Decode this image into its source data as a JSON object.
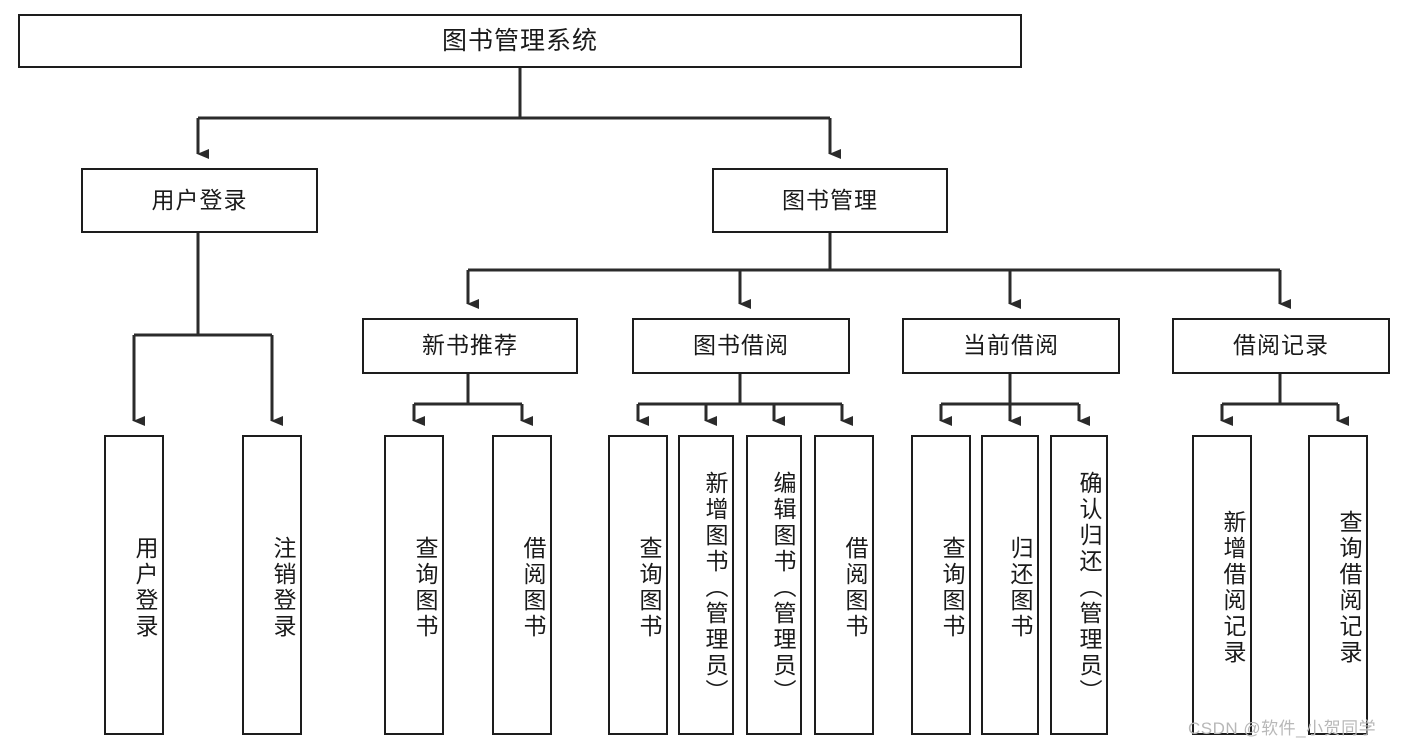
{
  "diagram": {
    "type": "tree-hierarchy-diagram",
    "title": "图书管理系统",
    "style": {
      "box_border_color": "#1d1d1d",
      "box_fill_color": "#ffffff",
      "connector_color": "#2b2b2b",
      "background_color": "#ffffff",
      "watermark_color": "#b8b8b8"
    },
    "root": {
      "label": "图书管理系统"
    },
    "level2": [
      {
        "label": "用户登录"
      },
      {
        "label": "图书管理"
      }
    ],
    "level3": [
      {
        "label": "新书推荐"
      },
      {
        "label": "图书借阅"
      },
      {
        "label": "当前借阅"
      },
      {
        "label": "借阅记录"
      }
    ],
    "leaves": {
      "user_login": [
        {
          "label": "用户登录"
        },
        {
          "label": "注销登录"
        }
      ],
      "new_book_recommend": [
        {
          "label": "查询图书"
        },
        {
          "label": "借阅图书"
        }
      ],
      "book_borrow": [
        {
          "label": "查询图书"
        },
        {
          "label": "新增图书（管理员）"
        },
        {
          "label": "编辑图书（管理员）"
        },
        {
          "label": "借阅图书"
        }
      ],
      "current_borrow": [
        {
          "label": "查询图书"
        },
        {
          "label": "归还图书"
        },
        {
          "label": "确认归还（管理员）"
        }
      ],
      "borrow_record": [
        {
          "label": "新增借阅记录"
        },
        {
          "label": "查询借阅记录"
        }
      ]
    },
    "watermark": "CSDN @软件_小贺同学"
  }
}
